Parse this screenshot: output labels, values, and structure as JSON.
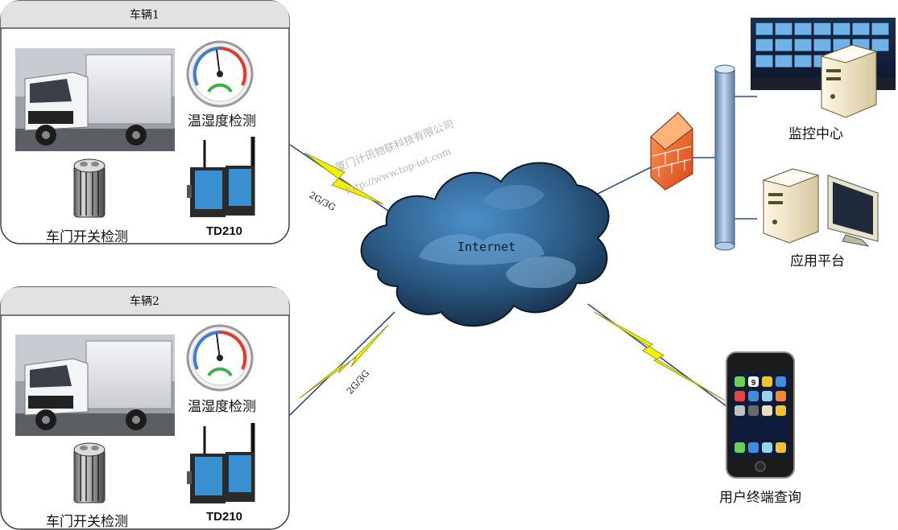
{
  "vehicles": [
    {
      "title": "车辆1",
      "sensor_temp": "温湿度检测",
      "sensor_door": "车门开关检测",
      "device": "TD210",
      "link": "2G/3G"
    },
    {
      "title": "车辆2",
      "sensor_temp": "温湿度检测",
      "sensor_door": "车门开关检测",
      "device": "TD210",
      "link": "2G/3G"
    }
  ],
  "cloud": {
    "label": "Internet"
  },
  "servers": {
    "monitor": "监控中心",
    "app": "应用平台"
  },
  "mobile": {
    "label": "用户终端查询",
    "clock": "9"
  },
  "watermark": {
    "company": "厦门计讯物联科技有限公司",
    "url": "http://www.top-iot.com"
  },
  "colors": {
    "line": "#2b4f8a",
    "bolt": "#f3f000",
    "cloud": "#2d4f73",
    "firewall": "#ef6a2a",
    "bus": "#8fb0d4"
  }
}
